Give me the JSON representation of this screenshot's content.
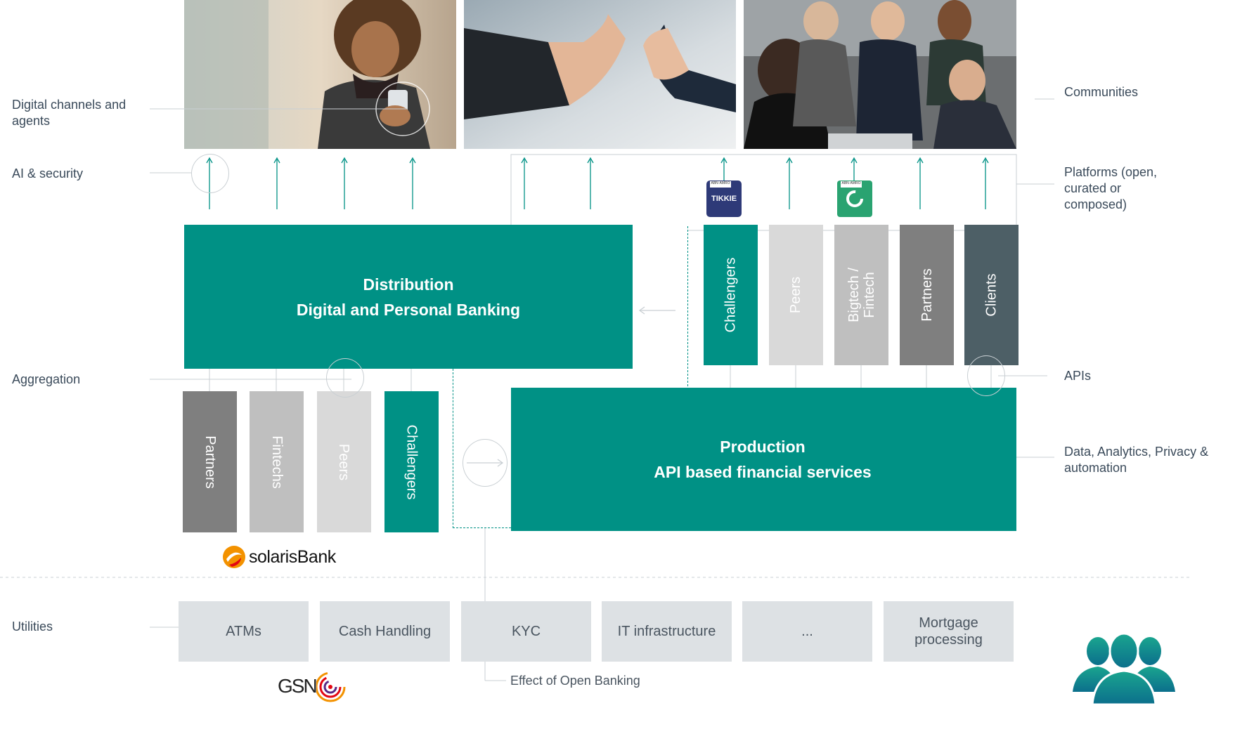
{
  "left_labels": {
    "digital_channels": "Digital channels and agents",
    "ai_security": "AI & security",
    "aggregation": "Aggregation",
    "utilities": "Utilities"
  },
  "right_labels": {
    "communities": "Communities",
    "platforms": "Platforms (open, curated or composed)",
    "apis": "APIs",
    "data": "Data, Analytics, Privacy & automation"
  },
  "distribution": {
    "line1": "Distribution",
    "line2": "Digital and Personal Banking"
  },
  "production": {
    "line1": "Production",
    "line2": "API based financial services"
  },
  "top_bars": [
    {
      "label": "Challengers",
      "color": "#009185"
    },
    {
      "label": "Peers",
      "color": "#d9d9d9"
    },
    {
      "label": "Bigtech / Fintech",
      "color": "#bfbfbf"
    },
    {
      "label": "Partners",
      "color": "#7f7f7f"
    },
    {
      "label": "Clients",
      "color": "#4d5f66"
    }
  ],
  "bottom_bars": [
    {
      "label": "Partners",
      "color": "#7f7f7f"
    },
    {
      "label": "Fintechs",
      "color": "#bfbfbf"
    },
    {
      "label": "Peers",
      "color": "#d9d9d9"
    },
    {
      "label": "Challengers",
      "color": "#009185"
    }
  ],
  "utilities": [
    "ATMs",
    "Cash Handling",
    "KYC",
    "IT infrastructure",
    "...",
    "Mortgage processing"
  ],
  "effect_label": "Effect of Open Banking",
  "logos": {
    "solaris": "solarisBank",
    "gsn": "GSN",
    "tikkie": "TIKKIE",
    "abn_small": "ABN·AMRO"
  },
  "colors": {
    "teal": "#009185",
    "grey_line": "#c9cfd3",
    "label": "#3a4a5a"
  },
  "icons": [
    "people-group-icon",
    "arrow-up-icon",
    "arrow-left-icon",
    "arrow-right-icon"
  ]
}
